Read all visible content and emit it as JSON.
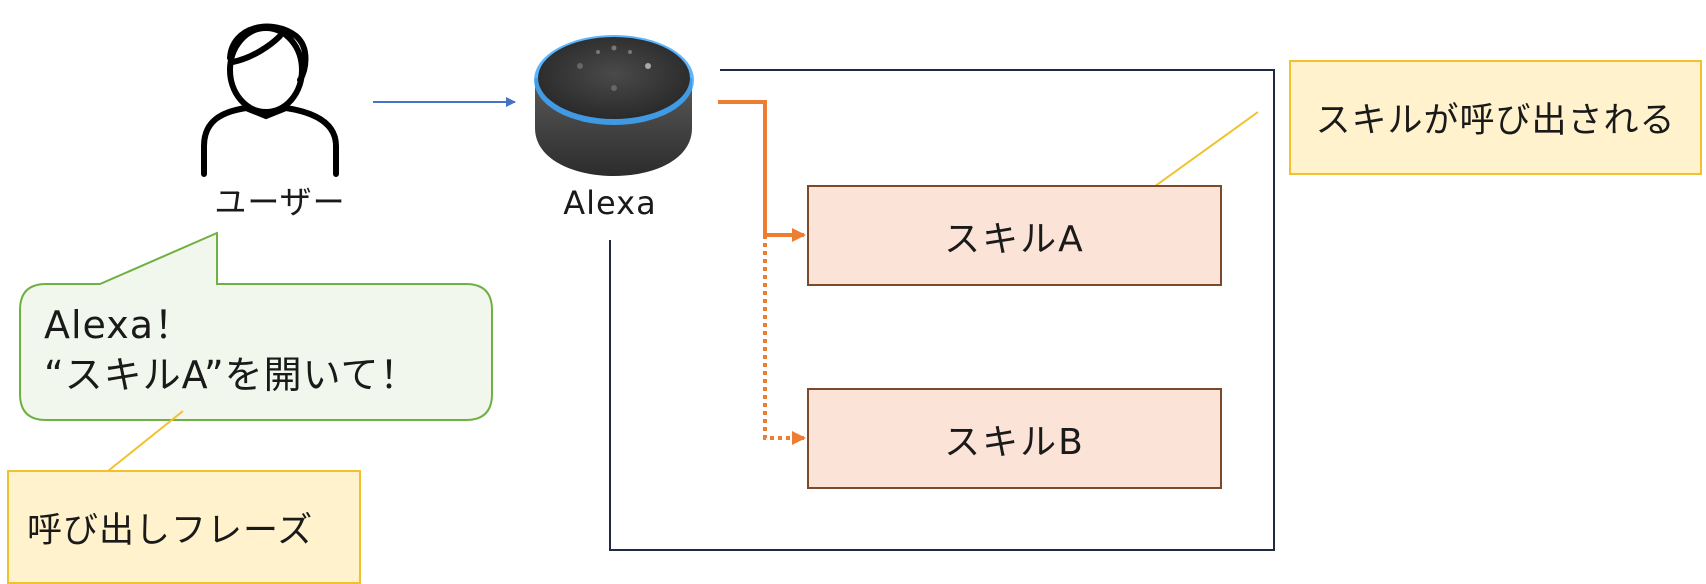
{
  "user": {
    "label": "ユーザー",
    "icon": "person-icon"
  },
  "device": {
    "label": "Alexa",
    "icon": "echo-dot-speaker-icon"
  },
  "speech_bubble": {
    "line1": "Alexa！",
    "line2": "“スキルA”を開いて！"
  },
  "skills": [
    {
      "label": "スキルA"
    },
    {
      "label": "スキルB"
    }
  ],
  "notes": {
    "skill_invoked": "スキルが呼び出される",
    "invocation_phrase": "呼び出しフレーズ"
  },
  "colors": {
    "skill_fill": "#fbe4d7",
    "skill_border": "#7a4a2a",
    "note_fill": "#fff2cc",
    "note_border": "#f2c12e",
    "bubble_fill": "#f1f7ec",
    "bubble_border": "#6fb043",
    "orange_arrow": "#ed7d31",
    "blue_arrow": "#4472c4",
    "frame": "#1f2a44"
  }
}
